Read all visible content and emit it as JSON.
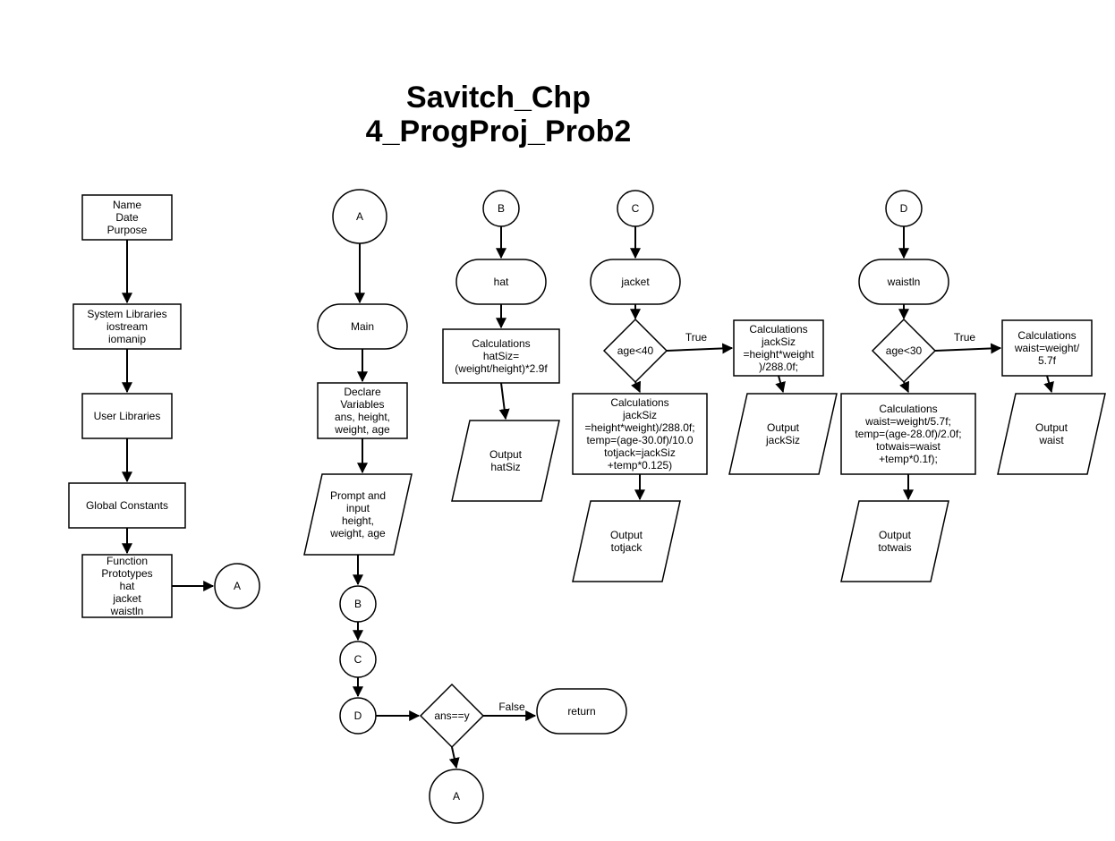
{
  "title": {
    "line1": "Savitch_Chp",
    "line2": "4_ProgProj_Prob2"
  },
  "nodes": {
    "header": [
      "Name",
      "Date",
      "Purpose"
    ],
    "syslib": [
      "System Libraries",
      "iostream",
      "iomanip"
    ],
    "userlib": [
      "User Libraries"
    ],
    "globals": [
      "Global Constants"
    ],
    "protos": [
      "Function",
      "Prototypes",
      "hat",
      "jacket",
      "waistln"
    ],
    "conn_a_left": [
      "A"
    ],
    "conn_a_top": [
      "A"
    ],
    "main": [
      "Main"
    ],
    "declare": [
      "Declare",
      "Variables",
      "ans, height,",
      "weight, age"
    ],
    "prompt": [
      "Prompt and",
      "input",
      "height,",
      "weight, age"
    ],
    "conn_b_main": [
      "B"
    ],
    "conn_c_main": [
      "C"
    ],
    "conn_d_main": [
      "D"
    ],
    "ans_decision": [
      "ans==y"
    ],
    "return": [
      "return"
    ],
    "conn_a_bottom": [
      "A"
    ],
    "conn_b": [
      "B"
    ],
    "hat": [
      "hat"
    ],
    "hat_calc": [
      "Calculations",
      "hatSiz=",
      "(weight/height)*2.9f"
    ],
    "hat_out": [
      "Output",
      "hatSiz"
    ],
    "conn_c": [
      "C"
    ],
    "jacket": [
      "jacket"
    ],
    "age40": [
      "age<40"
    ],
    "jacket_true_calc": [
      "Calculations",
      "jackSiz",
      "=height*weight",
      ")/288.0f;"
    ],
    "jacket_true_out": [
      "Output",
      "jackSiz"
    ],
    "jacket_calc": [
      "Calculations",
      "jackSiz",
      "=height*weight)/288.0f;",
      "temp=(age-30.0f)/10.0",
      "totjack=jackSiz",
      "+temp*0.125)"
    ],
    "jacket_out": [
      "Output",
      "totjack"
    ],
    "conn_d": [
      "D"
    ],
    "waist": [
      "waistln"
    ],
    "age30": [
      "age<30"
    ],
    "waist_true_calc": [
      "Calculations",
      "waist=weight/",
      "5.7f"
    ],
    "waist_true_out": [
      "Output",
      "waist"
    ],
    "waist_calc": [
      "Calculations",
      "waist=weight/5.7f;",
      "temp=(age-28.0f)/2.0f;",
      "totwais=waist",
      "+temp*0.1f);"
    ],
    "waist_out": [
      "Output",
      "totwais"
    ]
  },
  "edge_labels": {
    "jacket_true": "True",
    "waist_true": "True",
    "ans_false": "False"
  }
}
